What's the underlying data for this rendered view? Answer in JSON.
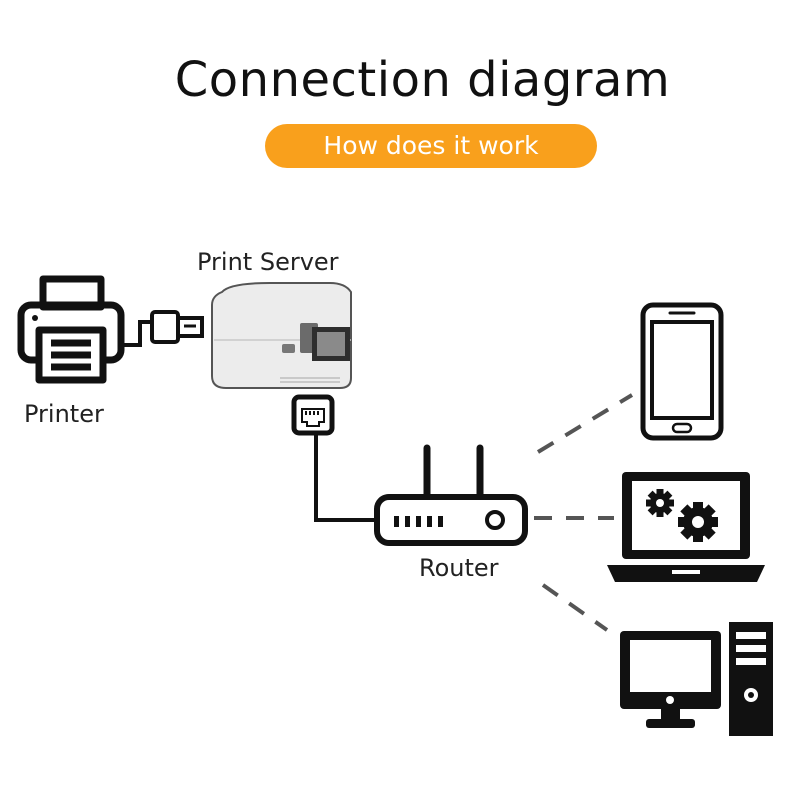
{
  "title": "Connection diagram",
  "subtitle": "How does it work",
  "labels": {
    "print_server": "Print Server",
    "printer": "Printer",
    "router": "Router"
  },
  "colors": {
    "accent": "#f9a01c",
    "line": "#111111",
    "dash": "#555555",
    "server_body": "#ececec"
  },
  "icons": [
    "printer-icon",
    "usb-plug-icon",
    "print-server-device",
    "ethernet-port-icon",
    "router-icon",
    "smartphone-icon",
    "laptop-icon",
    "gears-icon",
    "desktop-computer-icon"
  ]
}
